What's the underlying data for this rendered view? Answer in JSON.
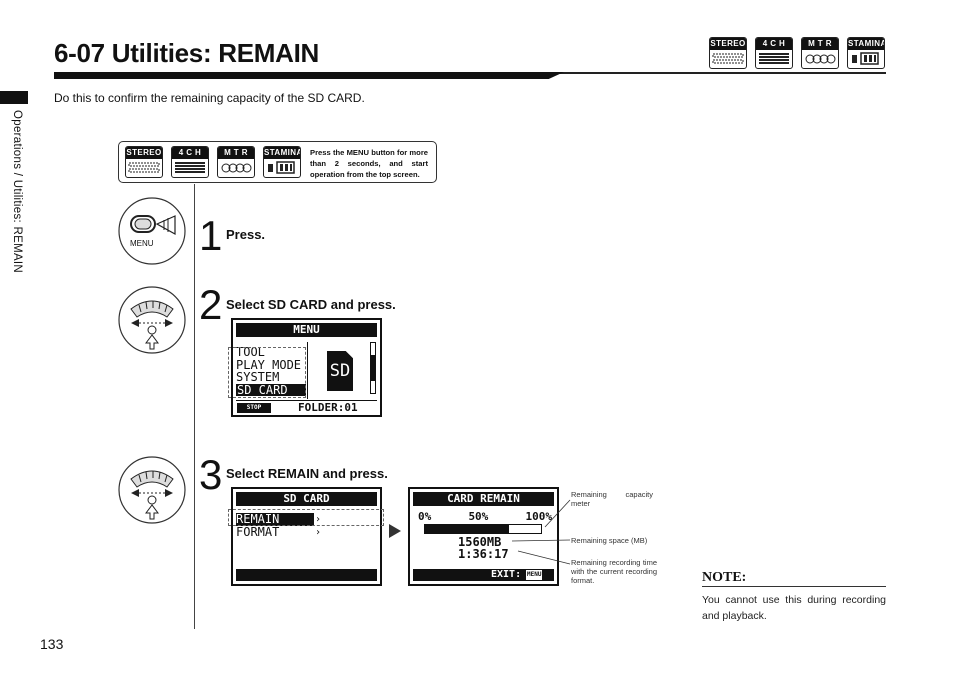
{
  "header": {
    "title": "6-07   Utilities: REMAIN",
    "side_label": "Operations / Utilities: REMAIN",
    "intro": "Do this to confirm the remaining capacity of the SD CARD."
  },
  "modes": {
    "stereo": "STEREO",
    "four_ch": "4 C H",
    "mtr": "M T R",
    "stamina": "STAMINA"
  },
  "info_note": "Press the MENU button for more than 2 seconds, and start operation from the top screen.",
  "menu_button_label": "MENU",
  "steps": [
    {
      "num": "1",
      "text": "Press."
    },
    {
      "num": "2",
      "text": "Select SD CARD and press."
    },
    {
      "num": "3",
      "text": "Select REMAIN and press."
    }
  ],
  "screen_menu": {
    "title": "MENU",
    "items": [
      "TOOL",
      "PLAY MODE",
      "SYSTEM",
      "SD CARD"
    ],
    "selected_index": 3,
    "sd_label": "SD",
    "stop_label": "STOP",
    "folder_label": "FOLDER:01"
  },
  "screen_sdcard": {
    "title": "SD CARD",
    "items": [
      "REMAIN",
      "FORMAT"
    ]
  },
  "screen_remain": {
    "title": "CARD REMAIN",
    "scale": [
      "0%",
      "50%",
      "100%"
    ],
    "fill_fraction": 0.72,
    "space": "1560MB",
    "time": "1:36:17",
    "exit_label": "EXIT:",
    "menu_label": "MENU"
  },
  "callouts": {
    "meter": "Remaining capacity meter",
    "space": "Remaining space (MB)",
    "time": "Remaining recording time with the current recording format."
  },
  "note": {
    "heading": "NOTE:",
    "text": "You cannot use this during recording and playback."
  },
  "page_number": "133"
}
